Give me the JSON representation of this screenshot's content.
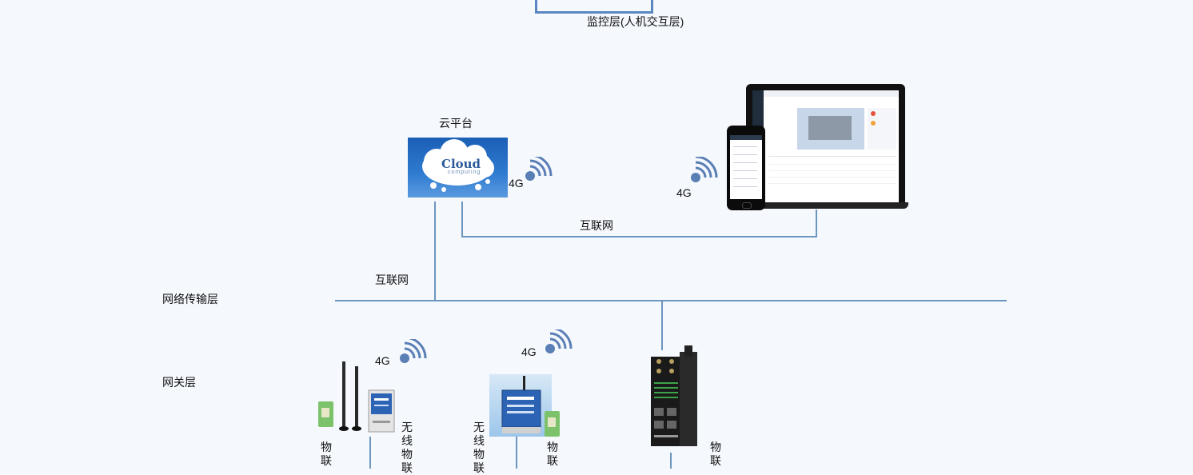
{
  "diagram": {
    "monitor_layer_label": "监控层(人机交互层)",
    "cloud_label": "云平台",
    "cloud_word": "Cloud",
    "cloud_sub": "computing",
    "network_layer_label": "网络传输层",
    "gateway_layer_label": "网关层",
    "internet_label_1": "互联网",
    "internet_label_2": "互联网",
    "signal_4g_cloud": "4G",
    "signal_4g_devices": "4G",
    "signal_4g_gateway1": "4G",
    "signal_4g_gateway2": "4G",
    "gw1_left_label": "物联",
    "gw1_right_label": "无线物联",
    "gw2_left_label": "无线物联",
    "gw2_right_label": "物联",
    "gw3_label": "物联"
  },
  "colors": {
    "line": "#6b96bf",
    "signal": "#5a7fb5",
    "background": "#f5f8fd"
  },
  "icons": [
    "wifi-signal-icon",
    "cloud-icon",
    "laptop-icon",
    "phone-icon",
    "sim-card-icon",
    "antenna-icon",
    "gateway-device-icon",
    "router-icon"
  ]
}
